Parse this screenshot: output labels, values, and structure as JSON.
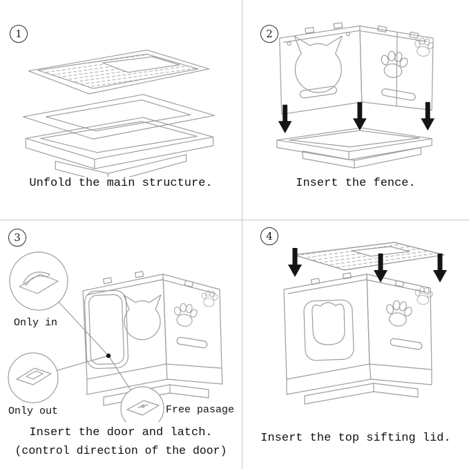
{
  "meta": {
    "background": "#ffffff",
    "line_color": "#9c9c9c",
    "arrow_color": "#151515",
    "divider_color": "#c8c8c8"
  },
  "panels": [
    {
      "number": "1",
      "caption": "Unfold the main structure."
    },
    {
      "number": "2",
      "caption": "Insert the fence."
    },
    {
      "number": "3",
      "caption": "Insert the door and latch.",
      "caption2": "(control direction of the door)",
      "callouts": [
        {
          "label": "Only in"
        },
        {
          "label": "Only out"
        },
        {
          "label": "Free pasage"
        }
      ]
    },
    {
      "number": "4",
      "caption": "Insert the top sifting lid."
    }
  ]
}
